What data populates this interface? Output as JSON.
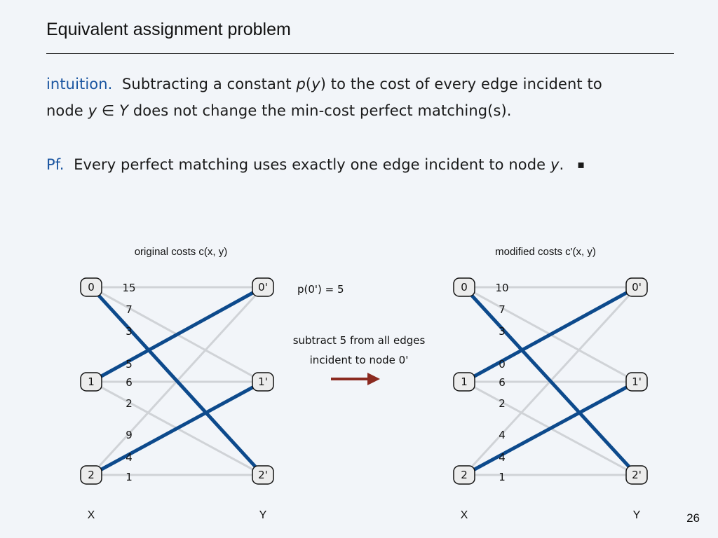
{
  "slide": {
    "title": "Equivalent assignment problem",
    "page_number": "26"
  },
  "intuition": {
    "label": "intuition.",
    "text_1": "Subtracting a constant",
    "p_symbol": "p",
    "open_paren": "(",
    "y_symbol": "y",
    "close_paren": ")",
    "text_2": "to the cost of every edge incident to",
    "line2_start": "node",
    "y_node": "y",
    "element_of": "∈",
    "set_Y": "Y",
    "line2_end": "does not change the min-cost perfect matching(s)."
  },
  "proof": {
    "label": "Pf.",
    "text": "Every perfect matching uses exactly one edge incident to node",
    "y_symbol": "y",
    "period": ".",
    "qed": "▪"
  },
  "middle": {
    "potential": "p(0') = 5",
    "instruction_line1": "subtract 5 from all edges",
    "instruction_line2": "incident to node 0'",
    "arrow_color": "#8b2a20"
  },
  "colors": {
    "matching_edge": "#0d4a8c",
    "other_edge": "#d0d3d7",
    "node_fill": "#ececec",
    "node_stroke": "#111111"
  },
  "graphs": [
    {
      "caption": "original costs c(x, y)",
      "x_label": "X",
      "y_label": "Y",
      "left_nodes": [
        "0",
        "1",
        "2"
      ],
      "right_nodes": [
        "0'",
        "1'",
        "2'"
      ],
      "edges": [
        {
          "from": "0",
          "to": "0'",
          "cost": "15",
          "matching": false
        },
        {
          "from": "0",
          "to": "1'",
          "cost": "7",
          "matching": false
        },
        {
          "from": "0",
          "to": "2'",
          "cost": "3",
          "matching": true
        },
        {
          "from": "1",
          "to": "0'",
          "cost": "5",
          "matching": true
        },
        {
          "from": "1",
          "to": "1'",
          "cost": "6",
          "matching": false
        },
        {
          "from": "1",
          "to": "2'",
          "cost": "2",
          "matching": false
        },
        {
          "from": "2",
          "to": "0'",
          "cost": "9",
          "matching": false
        },
        {
          "from": "2",
          "to": "1'",
          "cost": "4",
          "matching": true
        },
        {
          "from": "2",
          "to": "2'",
          "cost": "1",
          "matching": false
        }
      ]
    },
    {
      "caption": "modified costs c'(x, y)",
      "x_label": "X",
      "y_label": "Y",
      "left_nodes": [
        "0",
        "1",
        "2"
      ],
      "right_nodes": [
        "0'",
        "1'",
        "2'"
      ],
      "edges": [
        {
          "from": "0",
          "to": "0'",
          "cost": "10",
          "matching": false
        },
        {
          "from": "0",
          "to": "1'",
          "cost": "7",
          "matching": false
        },
        {
          "from": "0",
          "to": "2'",
          "cost": "3",
          "matching": true
        },
        {
          "from": "1",
          "to": "0'",
          "cost": "0",
          "matching": true
        },
        {
          "from": "1",
          "to": "1'",
          "cost": "6",
          "matching": false
        },
        {
          "from": "1",
          "to": "2'",
          "cost": "2",
          "matching": false
        },
        {
          "from": "2",
          "to": "0'",
          "cost": "4",
          "matching": false
        },
        {
          "from": "2",
          "to": "1'",
          "cost": "4",
          "matching": true
        },
        {
          "from": "2",
          "to": "2'",
          "cost": "1",
          "matching": false
        }
      ]
    }
  ]
}
